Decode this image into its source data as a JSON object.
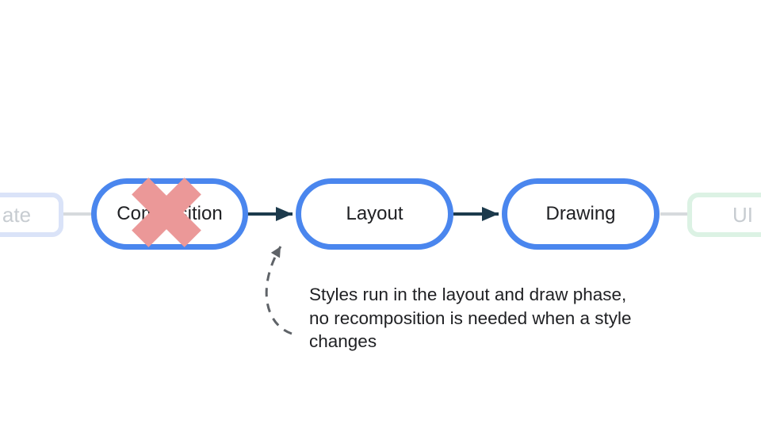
{
  "pipeline": {
    "state_node": {
      "label": "ate"
    },
    "composition_node": {
      "label": "Composition",
      "crossed_out": true
    },
    "layout_node": {
      "label": "Layout"
    },
    "drawing_node": {
      "label": "Drawing"
    },
    "ui_node": {
      "label": "UI"
    }
  },
  "annotation": {
    "text": "Styles run in the layout and draw phase,\nno recomposition is needed when a style\nchanges"
  },
  "colors": {
    "node_border_blue": "#4A86EE",
    "node_label_text": "#202124",
    "flow_arrow_dark": "#1C3A4C",
    "cross_out_red": "#EB9898",
    "faded_blue_border": "#DAE3F8",
    "faded_green_border": "#DCF2E4",
    "faded_label_text": "#C7CCD1",
    "connector_gray": "#D6DADD",
    "dashed_arrow_gray": "#5F6368",
    "annotation_text": "#202124",
    "background": "#ffffff"
  }
}
